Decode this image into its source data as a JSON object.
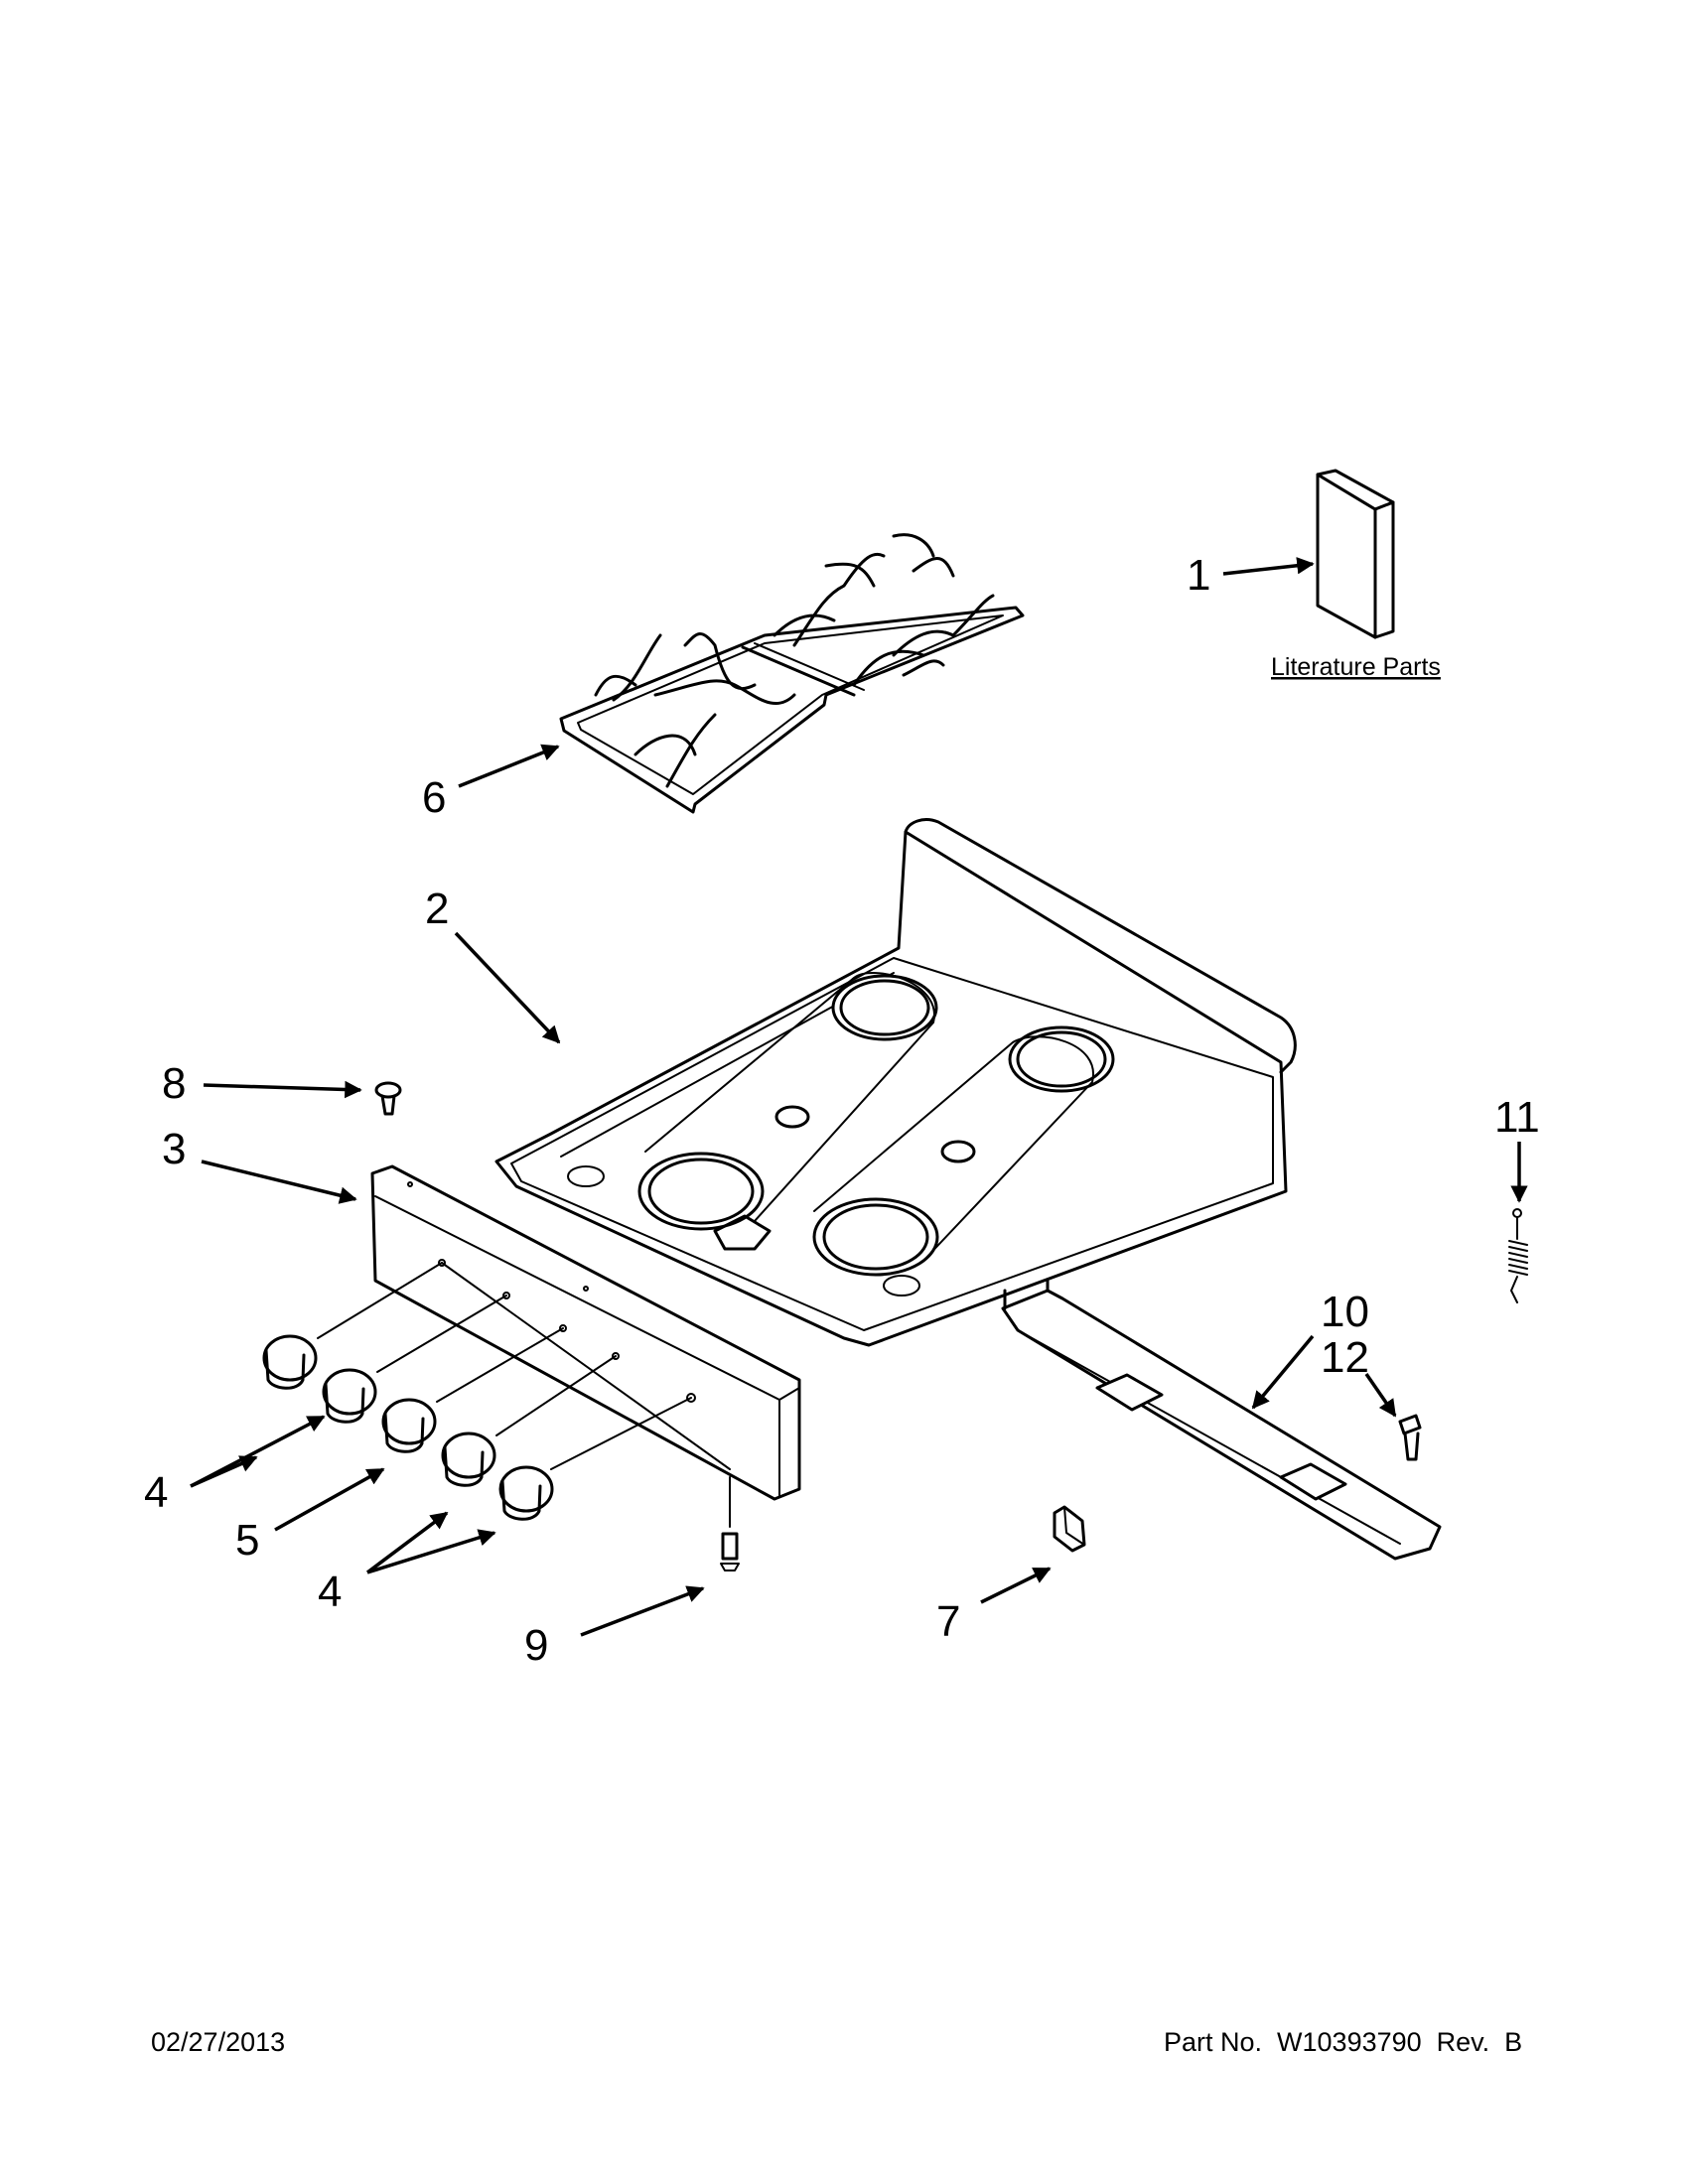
{
  "callouts": {
    "c1": "1",
    "c2": "2",
    "c3": "3",
    "c4a": "4",
    "c4b": "4",
    "c5": "5",
    "c6": "6",
    "c7": "7",
    "c8": "8",
    "c9": "9",
    "c10": "10",
    "c11": "11",
    "c12": "12"
  },
  "literature_caption": "Literature Parts",
  "footer": {
    "date": "02/27/2013",
    "part_number": "Part No.  W10393790  Rev.  B"
  }
}
